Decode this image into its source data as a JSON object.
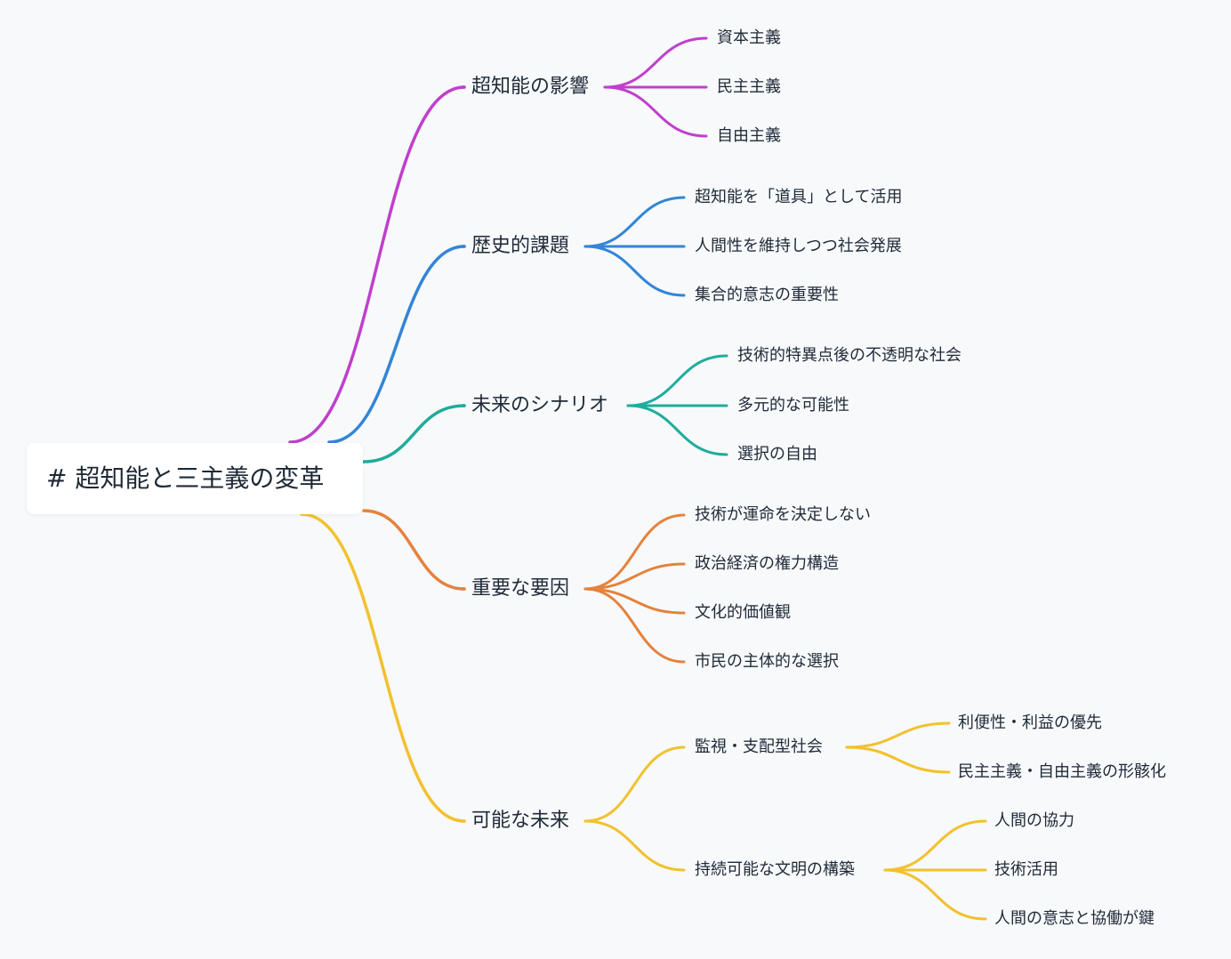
{
  "root": {
    "label": "# 超知能と三主義の変革"
  },
  "branches": [
    {
      "label": "超知能の影響",
      "color": "#c03fcc",
      "children": [
        {
          "label": "資本主義"
        },
        {
          "label": "民主主義"
        },
        {
          "label": "自由主義"
        }
      ]
    },
    {
      "label": "歴史的課題",
      "color": "#3385d6",
      "children": [
        {
          "label": "超知能を「道具」として活用"
        },
        {
          "label": "人間性を維持しつつ社会発展"
        },
        {
          "label": "集合的意志の重要性"
        }
      ]
    },
    {
      "label": "未来のシナリオ",
      "color": "#1fac9c",
      "children": [
        {
          "label": "技術的特異点後の不透明な社会"
        },
        {
          "label": "多元的な可能性"
        },
        {
          "label": "選択の自由"
        }
      ]
    },
    {
      "label": "重要な要因",
      "color": "#e5823d",
      "children": [
        {
          "label": "技術が運命を決定しない"
        },
        {
          "label": "政治経済の権力構造"
        },
        {
          "label": "文化的価値観"
        },
        {
          "label": "市民の主体的な選択"
        }
      ]
    },
    {
      "label": "可能な未来",
      "color": "#f2c12e",
      "children": [
        {
          "label": "監視・支配型社会",
          "children": [
            {
              "label": "利便性・利益の優先"
            },
            {
              "label": "民主主義・自由主義の形骸化"
            }
          ]
        },
        {
          "label": "持続可能な文明の構築",
          "children": [
            {
              "label": "人間の協力"
            },
            {
              "label": "技術活用"
            },
            {
              "label": "人間の意志と協働が鍵"
            }
          ]
        }
      ]
    }
  ]
}
